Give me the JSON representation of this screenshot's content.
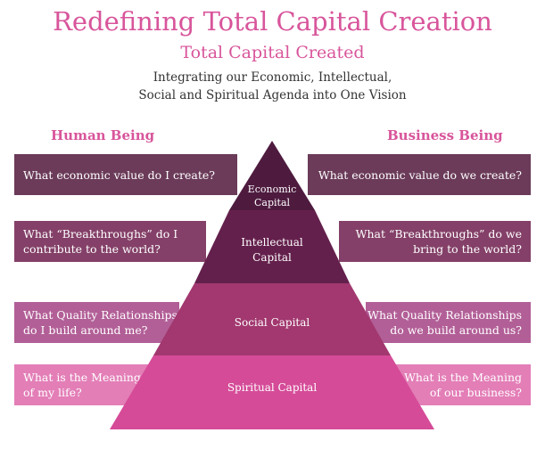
{
  "header": {
    "title": "Redefining Total Capital Creation",
    "subtitle": "Total Capital Created",
    "intro_line1": "Integrating our Economic, Intellectual,",
    "intro_line2": "Social and Spiritual Agenda into One Vision"
  },
  "columns": {
    "left": "Human Being",
    "right": "Business Being"
  },
  "rows": [
    {
      "left": [
        "What economic value do I create?"
      ],
      "right": [
        "What economic value do we create?"
      ],
      "color": "#6b3b59"
    },
    {
      "left": [
        "What “Breakthroughs” do I",
        "contribute to the world?"
      ],
      "right": [
        "What “Breakthroughs” do we",
        "bring to the world?"
      ],
      "color": "#844068"
    },
    {
      "left": [
        "What Quality Relationships",
        "do I build around me?"
      ],
      "right": [
        "What Quality Relationships",
        "do we build around us?"
      ],
      "color": "#b25f97"
    },
    {
      "left": [
        "What is the Meaning",
        "of my life?"
      ],
      "right": [
        "What is the Meaning",
        "of our business?"
      ],
      "color": "#e37eb7"
    }
  ],
  "pyramid": [
    {
      "label": [
        "Economic",
        "Capital"
      ],
      "color": "#4e1b3f"
    },
    {
      "label": [
        "Intellectual",
        "Capital"
      ],
      "color": "#64204c"
    },
    {
      "label": [
        "Social Capital"
      ],
      "color": "#a2386f"
    },
    {
      "label": [
        "Spiritual Capital"
      ],
      "color": "#d54b98"
    }
  ],
  "colors": {
    "title": "#d8559b",
    "text": "#333333"
  }
}
